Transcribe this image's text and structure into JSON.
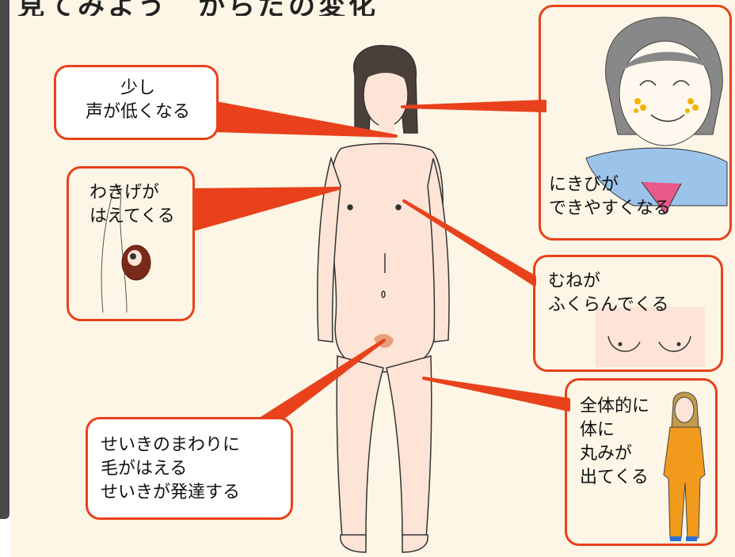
{
  "title": "見てみよう　からだの変化",
  "callouts": {
    "voice": "少し\n声が低くなる",
    "armpit": "わきげが\nはえてくる",
    "pimples": "にきびが\nできやすくなる",
    "chest": "むねが\nふくらんでくる",
    "genital": "せいきのまわりに\n毛がはえる\nせいきが発達する",
    "roundness": "全体的に\n体に\n丸みが\n出てくる"
  },
  "colors": {
    "accent": "#e8411b",
    "background": "#fdf6e6",
    "skin": "#fde4d6",
    "hair": "#4a3f3a",
    "pajama": "#f29a1c"
  }
}
